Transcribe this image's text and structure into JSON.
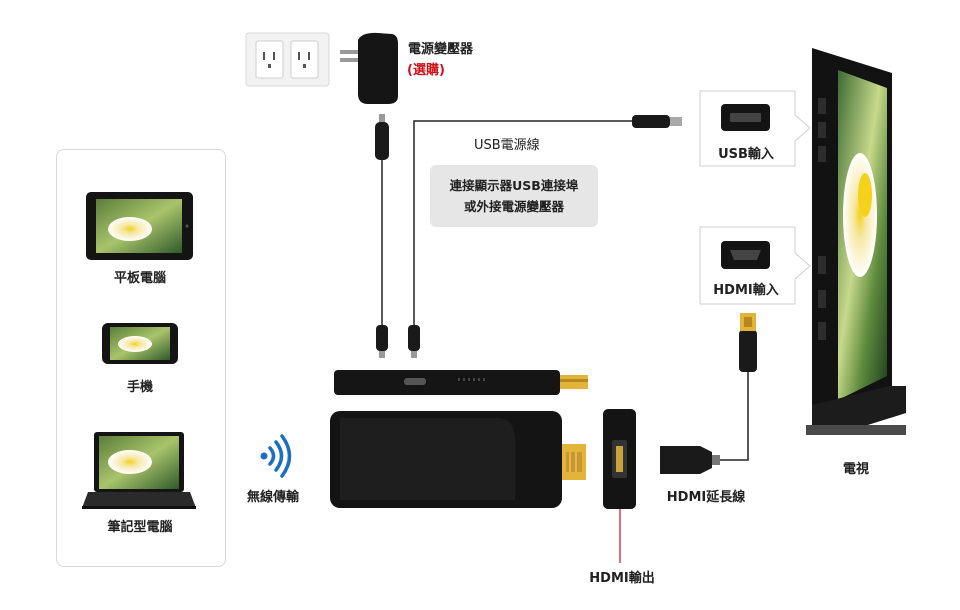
{
  "labels": {
    "adapter": "電源變壓器",
    "adapter_optional": "(選購)",
    "usb_cable": "USB電源線",
    "note_line1": "連接顯示器USB連接埠",
    "note_line2": "或外接電源變壓器",
    "tablet": "平板電腦",
    "phone": "手機",
    "laptop": "筆記型電腦",
    "wireless": "無線傳輸",
    "usb_input": "USB輸入",
    "hdmi_input": "HDMI輸入",
    "hdmi_extension": "HDMI延長線",
    "hdmi_output": "HDMI輸出",
    "tv": "電視"
  },
  "colors": {
    "accent_red": "#d0121b",
    "device_black": "#121212",
    "hdmi_gold": "#e2b43a",
    "note_bg": "#e6e6e6"
  }
}
